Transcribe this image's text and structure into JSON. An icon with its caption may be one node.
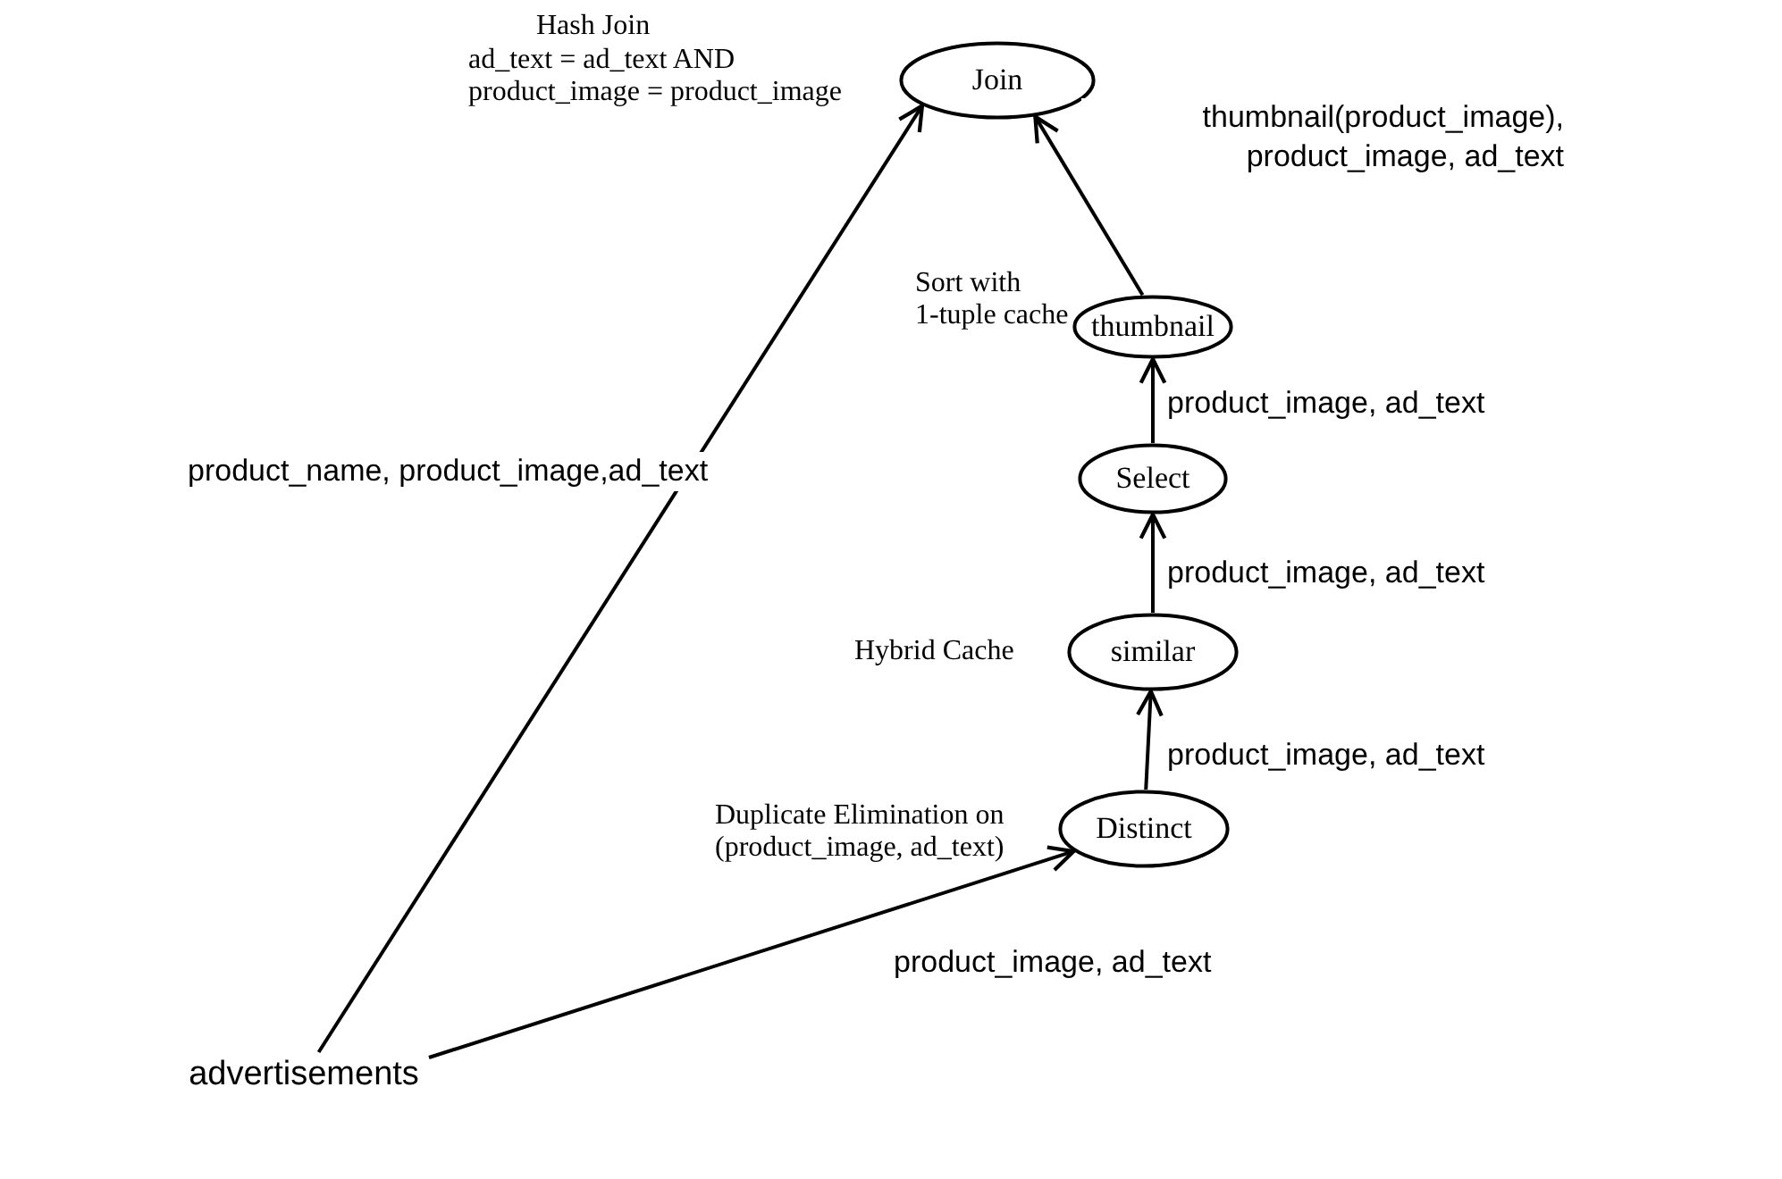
{
  "diagram": {
    "nodes": [
      {
        "text": [
          "Join"
        ],
        "beside": [
          "Hash Join",
          "ad_text = ad_text AND product_image = product_image"
        ]
      },
      {
        "text": [
          "thumbnail"
        ],
        "beside": [
          "Sort with 1-tuple cache"
        ]
      },
      {
        "text": [
          "Select"
        ]
      },
      {
        "text": [
          "similar"
        ],
        "beside": [
          "Hybrid Cache"
        ]
      },
      {
        "text": [
          "Distinct"
        ],
        "beside": [
          "Duplicate Elimination on (product_image, ad_text)"
        ]
      },
      {
        "text": [
          "advertisements"
        ]
      }
    ],
    "edges": [
      {
        "from": 5,
        "to": 4,
        "arrow": "to",
        "label": "product_image, ad_text"
      },
      {
        "from": 4,
        "to": 3,
        "arrow": "to",
        "label": "product_image, ad_text"
      },
      {
        "from": 3,
        "to": 2,
        "arrow": "to",
        "label": "product_image, ad_text"
      },
      {
        "from": 2,
        "to": 1,
        "arrow": "to",
        "label": "product_image, ad_text"
      },
      {
        "from": 1,
        "to": 0,
        "arrow": "to",
        "label": "thumbnail(product_image), product_image, ad_text"
      },
      {
        "from": 5,
        "to": 0,
        "arrow": "to",
        "label": "product_name, product_image,ad_text"
      }
    ]
  }
}
